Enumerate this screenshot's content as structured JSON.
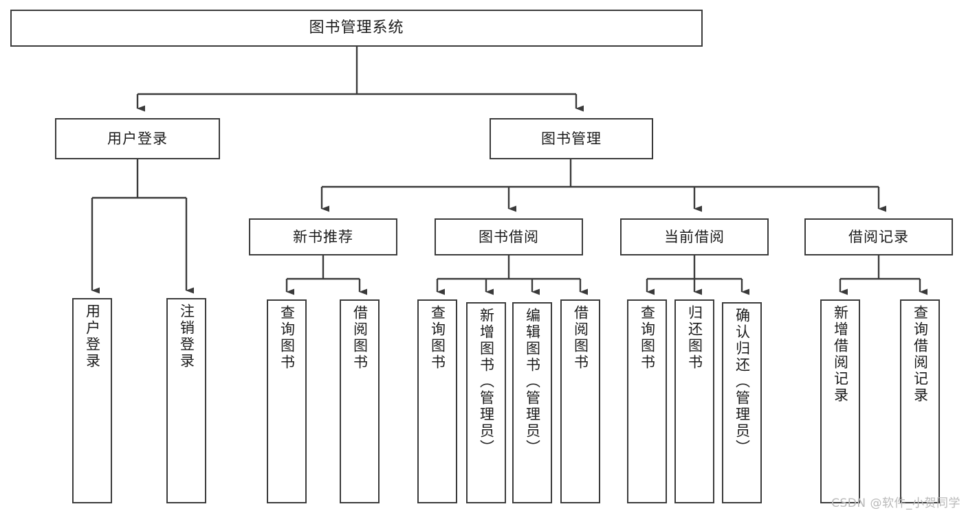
{
  "diagram": {
    "title": "图书管理系统",
    "watermark": "CSDN @软件_小贺同学",
    "line_color": "#3a3a3a",
    "box_border_color": "#3a3a3a",
    "box_fill": "#ffffff",
    "text_color": "#1b1b1b",
    "watermark_color": "#b9b9b9"
  },
  "nodes": {
    "root": {
      "label": "图书管理系统"
    },
    "level1": [
      {
        "label": "用户登录"
      },
      {
        "label": "图书管理"
      }
    ],
    "level2": [
      {
        "label": "新书推荐"
      },
      {
        "label": "图书借阅"
      },
      {
        "label": "当前借阅"
      },
      {
        "label": "借阅记录"
      }
    ],
    "leaves": {
      "user_login": [
        {
          "label": "用户登录"
        },
        {
          "label": "注销登录"
        }
      ],
      "new_book_recommend": [
        {
          "label": "查询图书"
        },
        {
          "label": "借阅图书"
        }
      ],
      "book_borrow": [
        {
          "label": "查询图书"
        },
        {
          "label": "新增图书（管理员）"
        },
        {
          "label": "编辑图书（管理员）"
        },
        {
          "label": "借阅图书"
        }
      ],
      "current_borrow": [
        {
          "label": "查询图书"
        },
        {
          "label": "归还图书"
        },
        {
          "label": "确认归还（管理员）"
        }
      ],
      "borrow_records": [
        {
          "label": "新增借阅记录"
        },
        {
          "label": "查询借阅记录"
        }
      ]
    }
  }
}
